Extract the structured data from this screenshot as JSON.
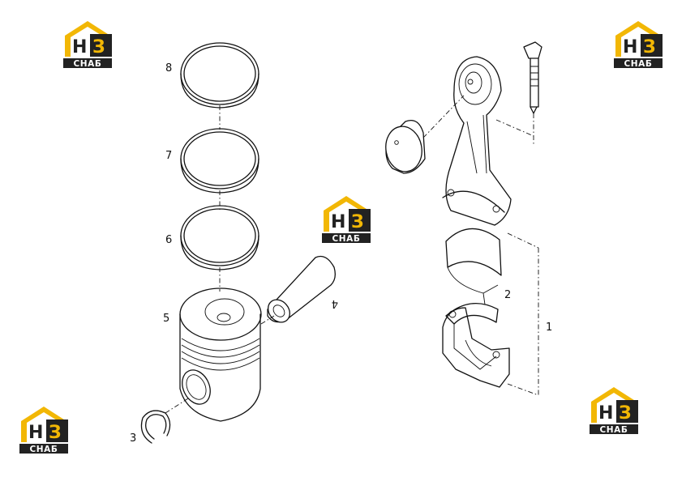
{
  "diagram": {
    "callouts": {
      "part_1": "1",
      "part_2": "2",
      "part_3": "3",
      "part_4": "4",
      "part_5": "5",
      "part_6": "6",
      "part_7": "7",
      "part_8": "8"
    }
  },
  "watermark": {
    "letter_h": "Н",
    "letter_z": "З",
    "caption": "СНАБ",
    "colors": {
      "gold": "#f2b705",
      "dark": "#222222",
      "caption_text": "#ffffff"
    }
  }
}
